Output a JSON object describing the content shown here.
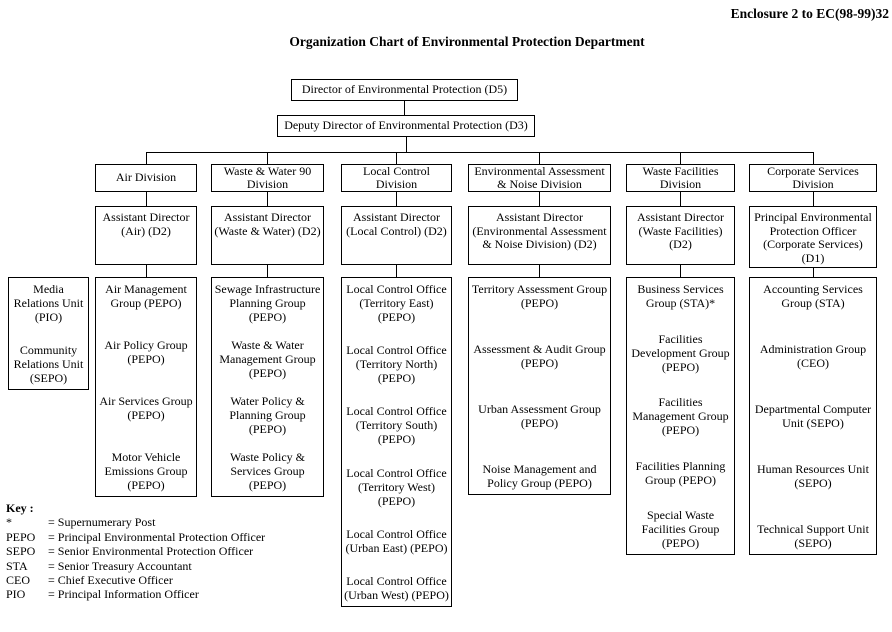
{
  "header": {
    "enclosure": "Enclosure 2 to EC(98-99)32",
    "title": "Organization Chart of Environmental Protection Department"
  },
  "top": {
    "director": "Director of Environmental Protection (D5)",
    "deputy_director": "Deputy Director of Environmental Protection (D3)"
  },
  "media_relations_box": {
    "units": [
      "Media Relations Unit (PIO)",
      "Community Relations Unit (SEPO)"
    ]
  },
  "divisions": [
    {
      "name": "Air Division",
      "head": "Assistant Director (Air) (D2)",
      "groups": [
        "Air Management Group (PEPO)",
        "Air Policy Group (PEPO)",
        "Air Services Group (PEPO)",
        "Motor Vehicle Emissions Group (PEPO)"
      ]
    },
    {
      "name": "Waste & Water 90 Division",
      "head": "Assistant Director (Waste & Water) (D2)",
      "groups": [
        "Sewage Infrastructure Planning Group (PEPO)",
        "Waste & Water Management Group (PEPO)",
        "Water Policy & Planning Group (PEPO)",
        "Waste Policy & Services Group (PEPO)"
      ]
    },
    {
      "name": "Local Control Division",
      "head": "Assistant Director (Local Control) (D2)",
      "groups": [
        "Local Control Office (Territory East) (PEPO)",
        "Local Control Office (Territory North) (PEPO)",
        "Local Control Office (Territory South) (PEPO)",
        "Local Control Office (Territory West) (PEPO)",
        "Local Control Office (Urban East) (PEPO)",
        "Local Control Office (Urban West) (PEPO)"
      ]
    },
    {
      "name": "Environmental Assessment & Noise Division",
      "head": "Assistant Director (Environmental Assessment & Noise Division) (D2)",
      "groups": [
        "Territory Assessment Group (PEPO)",
        "Assessment & Audit Group (PEPO)",
        "Urban Assessment Group (PEPO)",
        "Noise Management and Policy Group (PEPO)"
      ]
    },
    {
      "name": "Waste Facilities Division",
      "head": "Assistant Director (Waste Facilities) (D2)",
      "groups": [
        "Business Services Group (STA)*",
        "Facilities Development Group (PEPO)",
        "Facilities Management Group (PEPO)",
        "Facilities Planning Group (PEPO)",
        "Special Waste Facilities Group (PEPO)"
      ]
    },
    {
      "name": "Corporate Services Division",
      "head": "Principal Environmental Protection Officer (Corporate Services) (D1)",
      "groups": [
        "Accounting Services Group (STA)",
        "Administration Group (CEO)",
        "Departmental Computer Unit (SEPO)",
        "Human Resources Unit (SEPO)",
        "Technical Support Unit (SEPO)"
      ]
    }
  ],
  "key": {
    "label": "Key :",
    "entries": [
      {
        "abbr": "*",
        "definition": "=  Supernumerary Post"
      },
      {
        "abbr": "PEPO",
        "definition": "=  Principal Environmental Protection Officer"
      },
      {
        "abbr": "SEPO",
        "definition": "=  Senior Environmental Protection Officer"
      },
      {
        "abbr": "STA",
        "definition": "=  Senior Treasury Accountant"
      },
      {
        "abbr": "CEO",
        "definition": "=  Chief Executive Officer"
      },
      {
        "abbr": "PIO",
        "definition": "=  Principal Information Officer"
      }
    ]
  },
  "colors": {
    "line": "#000000",
    "background": "#ffffff"
  }
}
